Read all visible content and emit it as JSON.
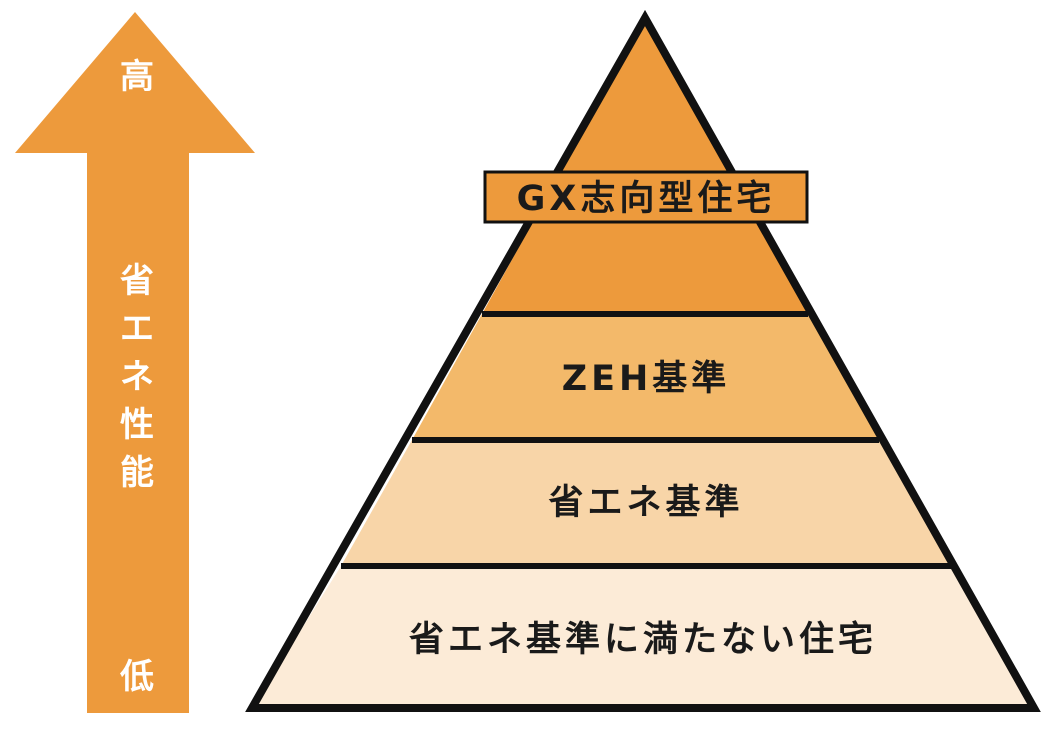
{
  "arrow": {
    "top_label": "高",
    "middle_label_chars": [
      "省",
      "エ",
      "ネ",
      "性",
      "能"
    ],
    "bottom_label": "低",
    "color": "#ED9A3C",
    "text_color": "#FFFFFF"
  },
  "pyramid": {
    "outline_color": "#111111",
    "tiers": [
      {
        "label": "GX志向型住宅",
        "fill": "#ED9A3C",
        "label_box_fill": "#ED9A3C"
      },
      {
        "label": "ZEH基準",
        "fill": "#F3B96A"
      },
      {
        "label": "省エネ基準",
        "fill": "#F8D5A8"
      },
      {
        "label": "省エネ基準に満たない住宅",
        "fill": "#FCEBD7"
      }
    ]
  }
}
